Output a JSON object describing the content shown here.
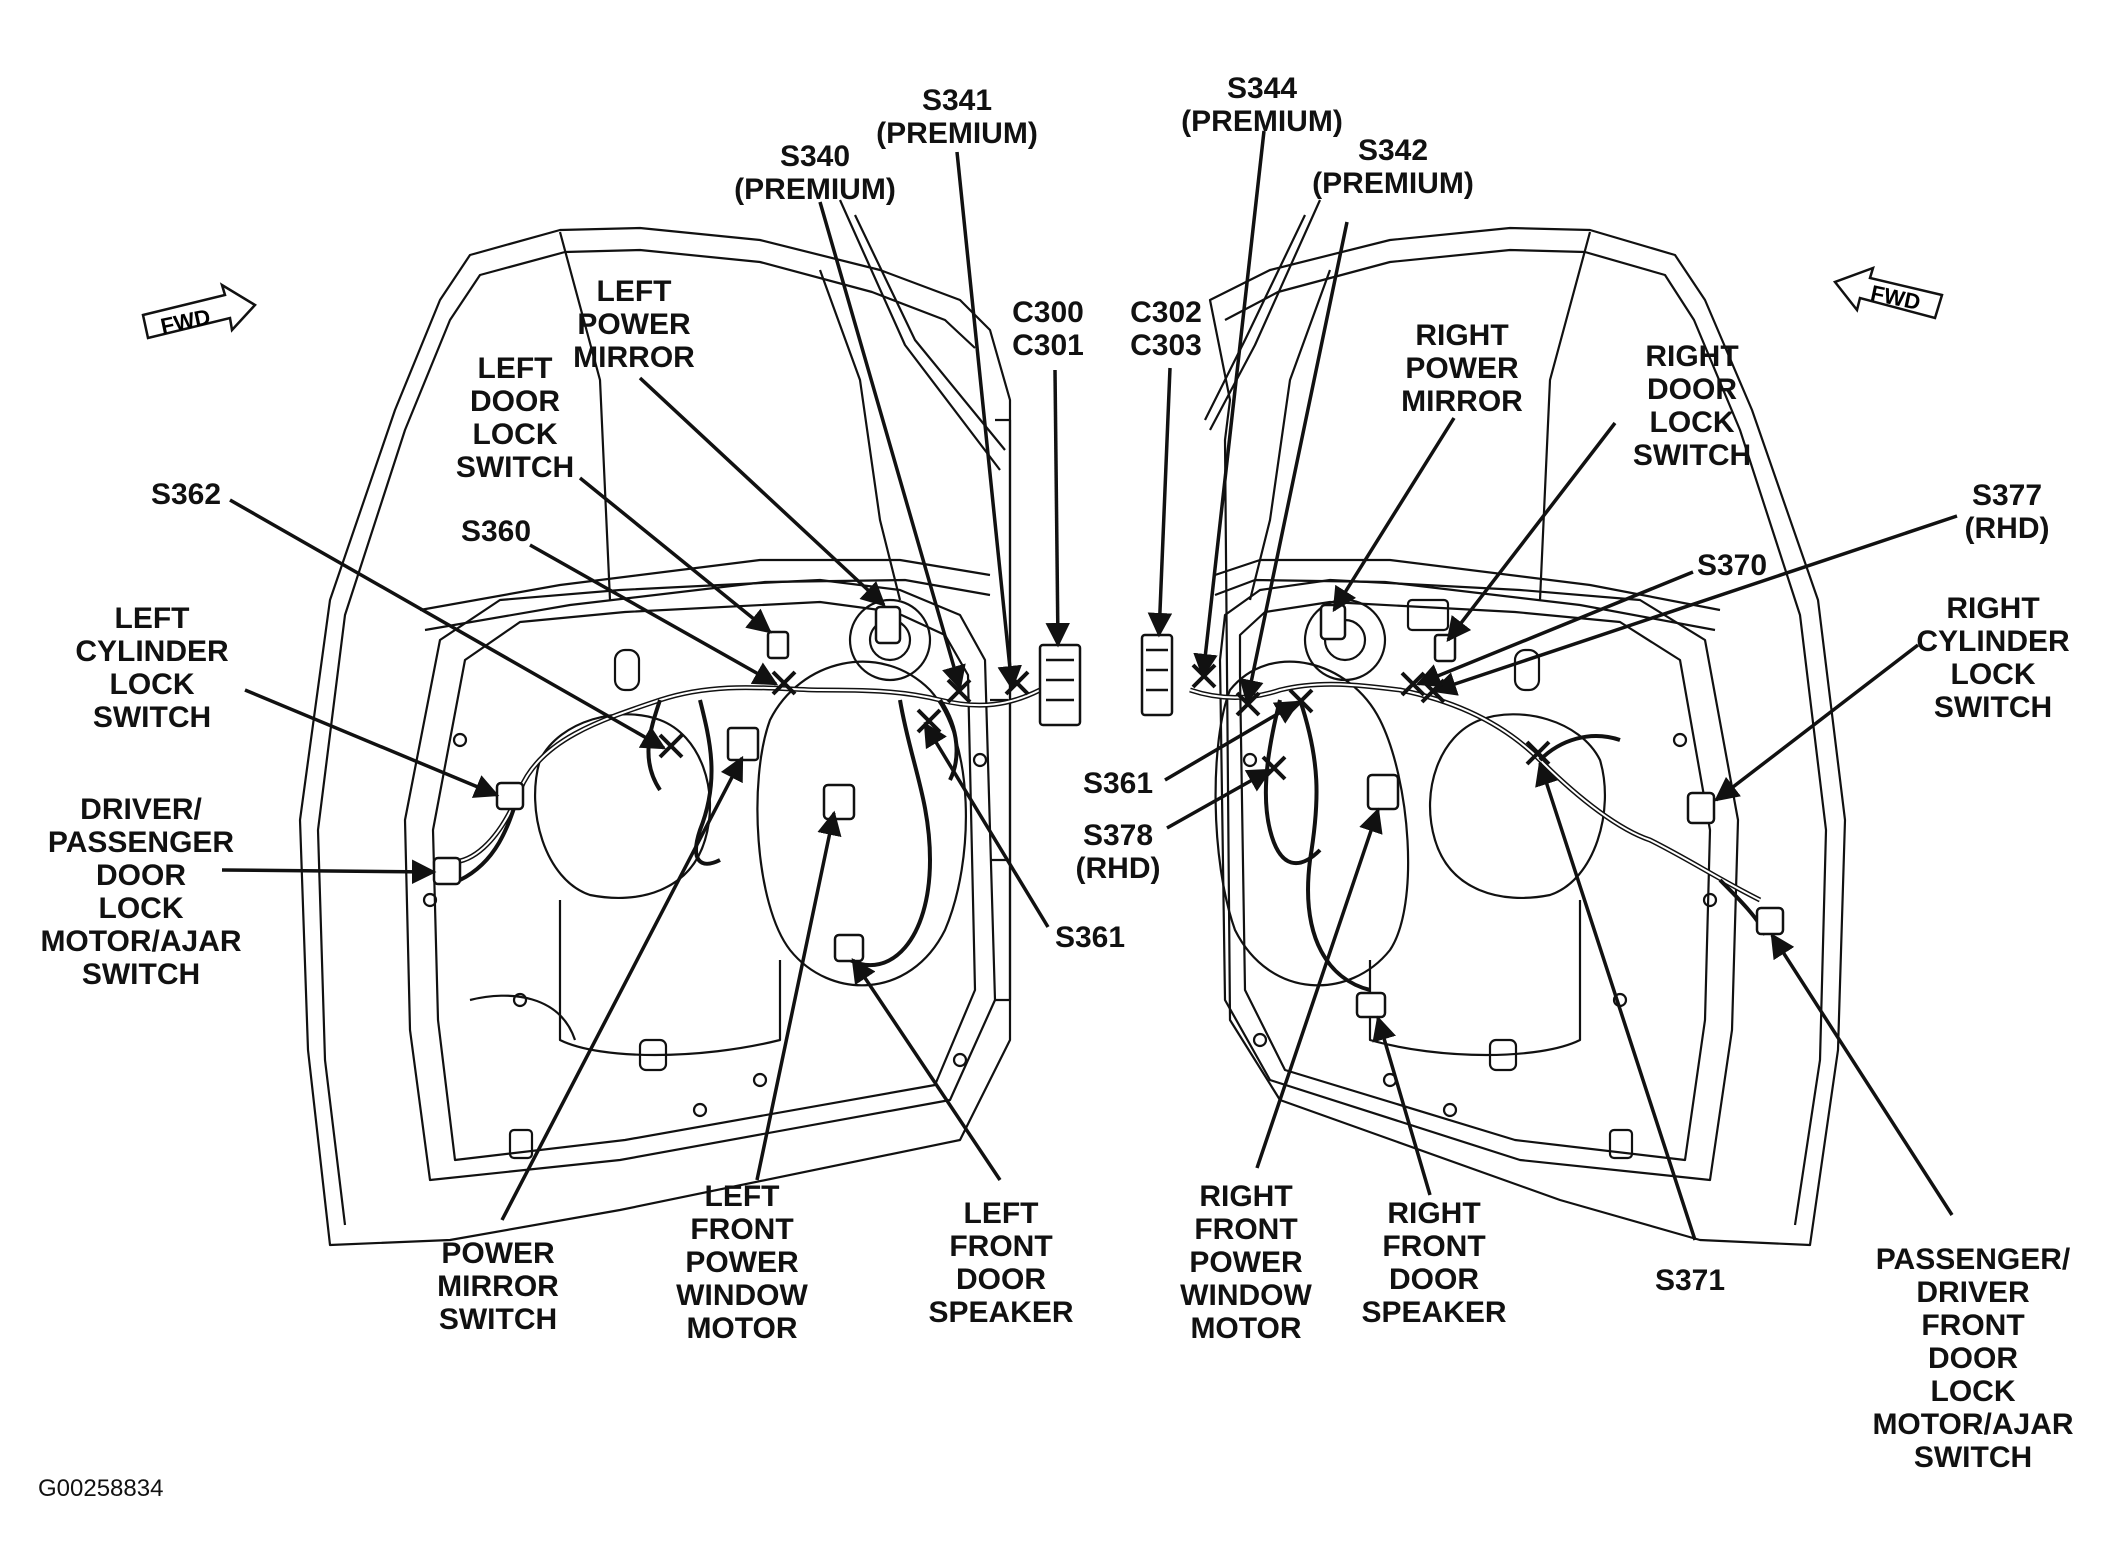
{
  "figure_id": "G00258834",
  "fwd_label": "FWD",
  "labels": {
    "s341": [
      "S341",
      "(PREMIUM)"
    ],
    "s340": [
      "S340",
      "(PREMIUM)"
    ],
    "left_power_mirror": [
      "LEFT",
      "POWER",
      "MIRROR"
    ],
    "left_door_lock_switch": [
      "LEFT",
      "DOOR",
      "LOCK",
      "SWITCH"
    ],
    "s362": [
      "S362"
    ],
    "s360": [
      "S360"
    ],
    "left_cylinder_lock_switch": [
      "LEFT",
      "CYLINDER",
      "LOCK",
      "SWITCH"
    ],
    "driver_passenger_door_lock_motor": [
      "DRIVER/",
      "PASSENGER",
      "DOOR",
      "LOCK",
      "MOTOR/AJAR",
      "SWITCH"
    ],
    "c300_c301": [
      "C300",
      "C301"
    ],
    "c302_c303": [
      "C302",
      "C303"
    ],
    "s344": [
      "S344",
      "(PREMIUM)"
    ],
    "s342": [
      "S342",
      "(PREMIUM)"
    ],
    "right_power_mirror": [
      "RIGHT",
      "POWER",
      "MIRROR"
    ],
    "right_door_lock_switch": [
      "RIGHT",
      "DOOR",
      "LOCK",
      "SWITCH"
    ],
    "s377": [
      "S377",
      "(RHD)"
    ],
    "s370": [
      "S370"
    ],
    "right_cylinder_lock_switch": [
      "RIGHT",
      "CYLINDER",
      "LOCK",
      "SWITCH"
    ],
    "s361_a": [
      "S361"
    ],
    "s378": [
      "S378",
      "(RHD)"
    ],
    "s361_b": [
      "S361"
    ],
    "power_mirror_switch": [
      "POWER",
      "MIRROR",
      "SWITCH"
    ],
    "left_front_power_window_motor": [
      "LEFT",
      "FRONT",
      "POWER",
      "WINDOW",
      "MOTOR"
    ],
    "left_front_door_speaker": [
      "LEFT",
      "FRONT",
      "DOOR",
      "SPEAKER"
    ],
    "right_front_power_window_motor": [
      "RIGHT",
      "FRONT",
      "POWER",
      "WINDOW",
      "MOTOR"
    ],
    "right_front_door_speaker": [
      "RIGHT",
      "FRONT",
      "DOOR",
      "SPEAKER"
    ],
    "s371": [
      "S371"
    ],
    "passenger_driver_front_door_lock_motor": [
      "PASSENGER/",
      "DRIVER",
      "FRONT",
      "DOOR",
      "LOCK",
      "MOTOR/AJAR",
      "SWITCH"
    ]
  }
}
